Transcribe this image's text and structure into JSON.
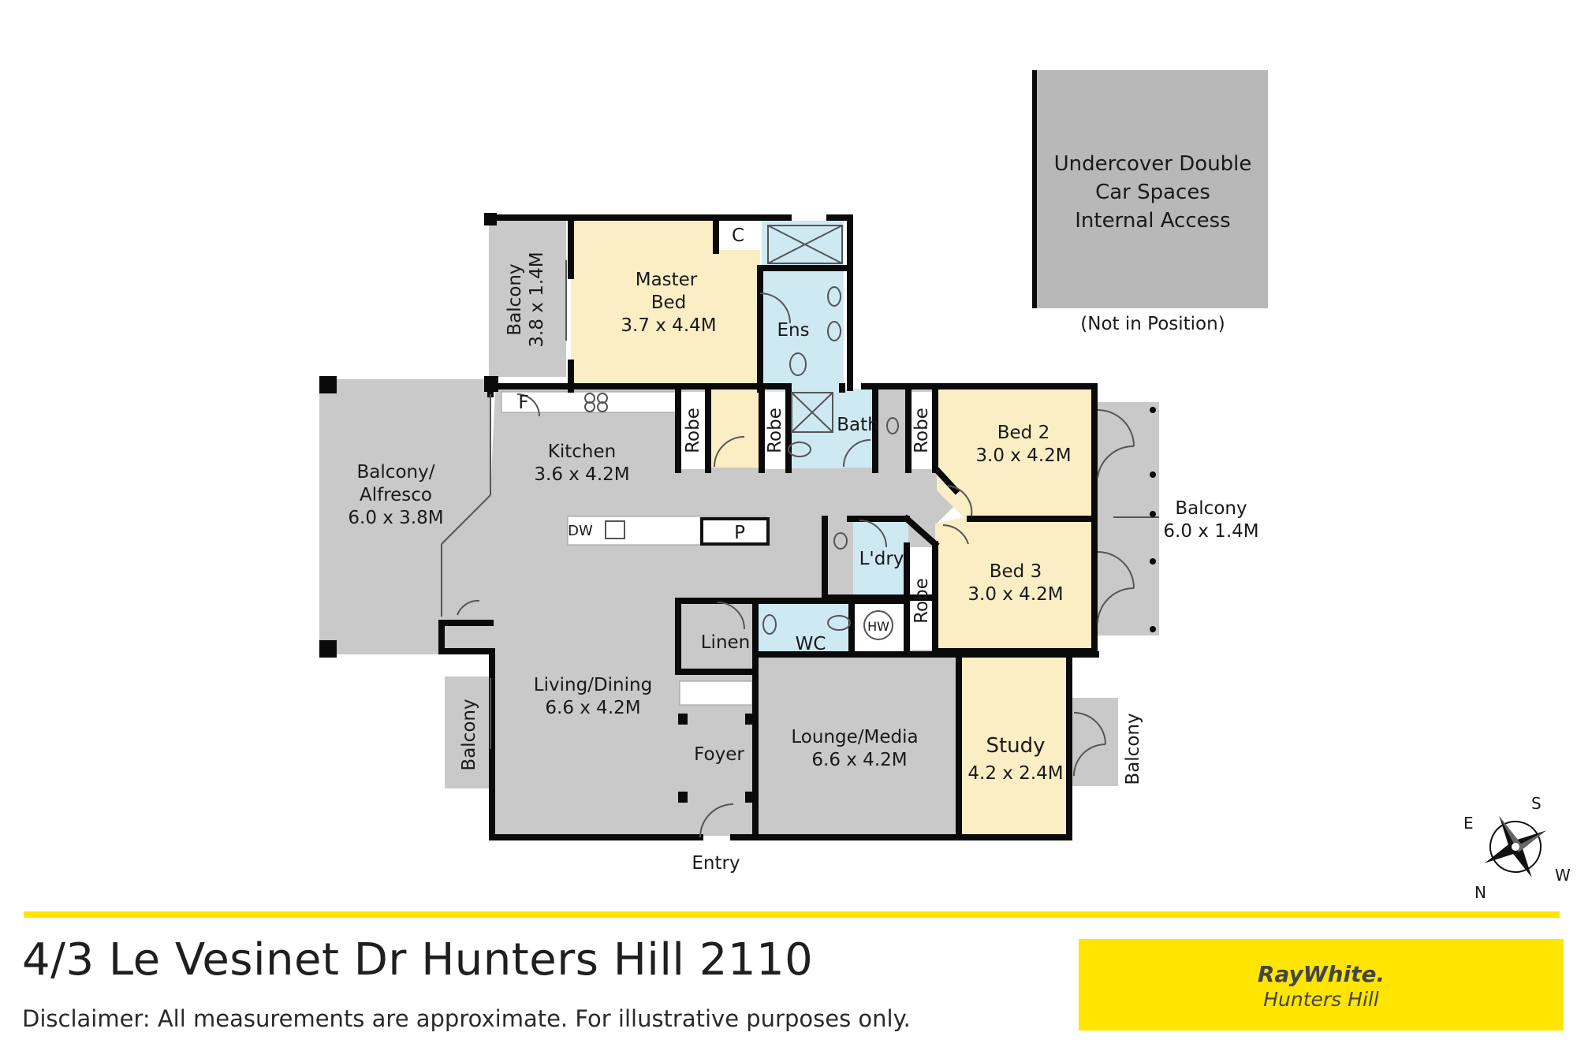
{
  "listing": {
    "address": "4/3 Le Vesinet Dr Hunters Hill 2110",
    "disclaimer": "Disclaimer: All measurements are approximate. For illustrative purposes only."
  },
  "brand": {
    "name": "RayWhite.",
    "office": "Hunters Hill",
    "color": "#ffe500"
  },
  "car_space": {
    "lines": [
      "Undercover Double",
      "Car Spaces",
      "Internal Access"
    ],
    "note": "(Not in Position)"
  },
  "rooms": {
    "master_bed": [
      "Master",
      "Bed",
      "3.7 x 4.4M"
    ],
    "balcony_master": [
      "Balcony",
      "3.8 x 1.4M"
    ],
    "ens": "Ens",
    "closet": "C",
    "kitchen": [
      "Kitchen",
      "3.6 x 4.2M"
    ],
    "fridge": "F",
    "robe": "Robe",
    "bath": "Bath",
    "bed2": [
      "Bed 2",
      "3.0 x 4.2M"
    ],
    "bed3": [
      "Bed 3",
      "3.0 x 4.2M"
    ],
    "balcony_alfresco": [
      "Balcony/",
      "Alfresco",
      "6.0 x 3.8M"
    ],
    "balcony_east": [
      "Balcony",
      "6.0 x 1.4M"
    ],
    "dishwasher": "DW",
    "pantry": "P",
    "laundry": "L'dry",
    "linen": "Linen",
    "wc": "WC",
    "hot_water": "HW",
    "living_dining": [
      "Living/Dining",
      "6.6 x 4.2M"
    ],
    "foyer": "Foyer",
    "lounge_media": [
      "Lounge/Media",
      "6.6 x 4.2M"
    ],
    "study": [
      "Study",
      "4.2 x 2.4M"
    ],
    "balcony_left": "Balcony",
    "balcony_study": "Balcony",
    "entry": "Entry"
  },
  "compass": {
    "e": "E",
    "s": "S",
    "w": "W",
    "n": "N"
  },
  "colors": {
    "wall": "#0a0a0a",
    "living_floor": "#c9c9c9",
    "balcony_floor": "#c9c9c9",
    "bedroom_floor": "#fbedc4",
    "wet_area_floor": "#cfe9f3",
    "car_space_floor": "#b8b8b8"
  }
}
